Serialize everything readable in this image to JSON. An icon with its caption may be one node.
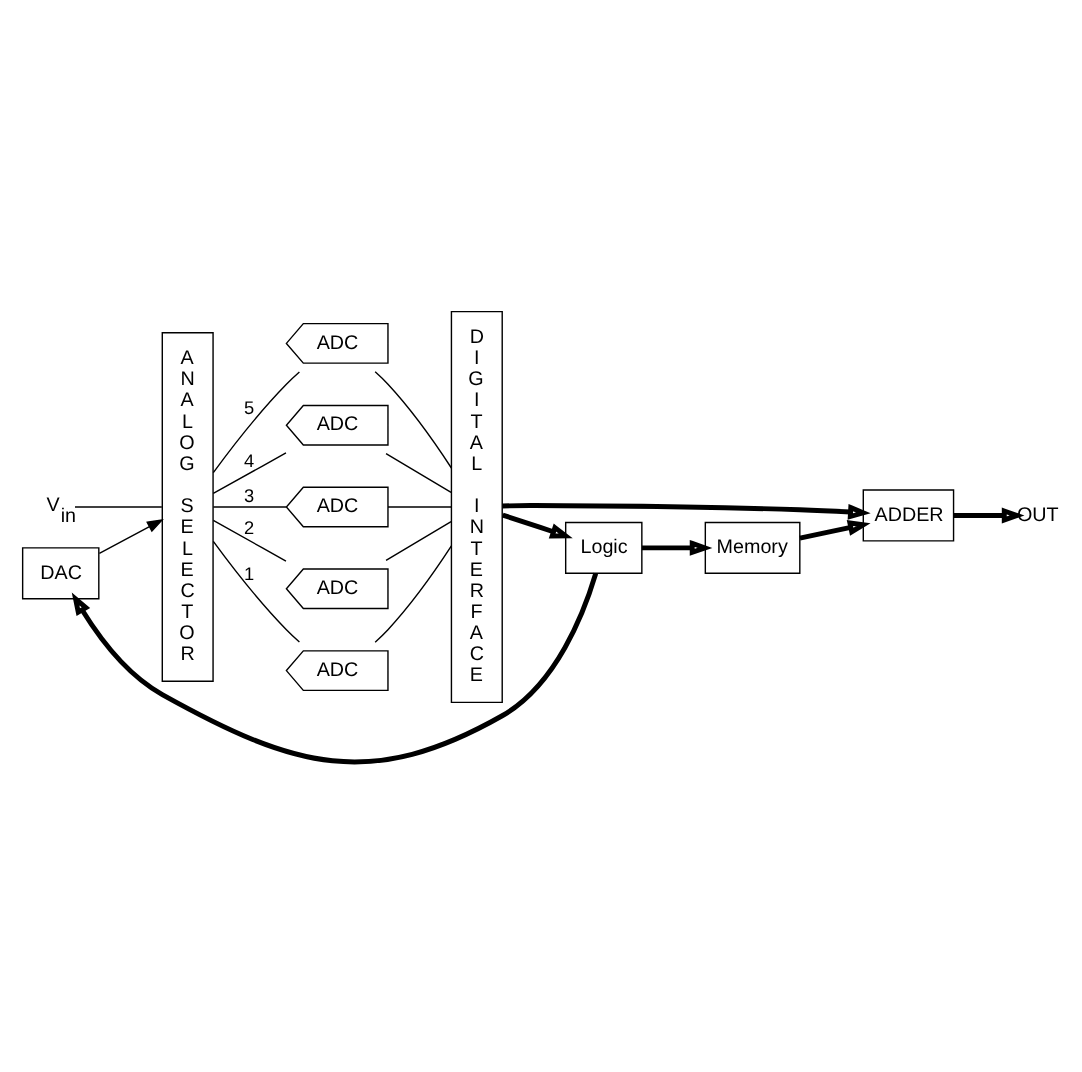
{
  "diagram": {
    "nodes": [
      {
        "text": [
          "V$_{in}$"
        ]
      },
      {
        "text": [
          "ANALOG SELECTOR"
        ]
      },
      {
        "text": [
          "ADC"
        ]
      },
      {
        "text": [
          "ADC"
        ]
      },
      {
        "text": [
          "ADC"
        ]
      },
      {
        "text": [
          "ADC"
        ]
      },
      {
        "text": [
          "ADC"
        ]
      },
      {
        "text": [
          "DIGITAL INTERFACE"
        ]
      },
      {
        "text": [
          "ADDER"
        ]
      },
      {
        "text": [
          "OUT"
        ]
      },
      {
        "text": [
          "DAC"
        ]
      },
      {
        "text": [
          "Logic"
        ]
      },
      {
        "text": [
          "Memory"
        ]
      }
    ],
    "edges": [
      {
        "from": 0,
        "to": 1,
        "arrow": "none"
      },
      {
        "from": 1,
        "to": 2,
        "arrow": "none",
        "label": "5"
      },
      {
        "from": 1,
        "to": 3,
        "arrow": "none",
        "label": "4"
      },
      {
        "from": 1,
        "to": 4,
        "arrow": "none",
        "label": "3"
      },
      {
        "from": 1,
        "to": 5,
        "arrow": "none",
        "label": "2"
      },
      {
        "from": 1,
        "to": 6,
        "arrow": "none",
        "label": "1"
      },
      {
        "from": 2,
        "to": 7,
        "arrow": "none"
      },
      {
        "from": 3,
        "to": 7,
        "arrow": "none"
      },
      {
        "from": 4,
        "to": 7,
        "arrow": "none"
      },
      {
        "from": 5,
        "to": 7,
        "arrow": "none"
      },
      {
        "from": 6,
        "to": 7,
        "arrow": "none"
      },
      {
        "from": 7,
        "to": 8,
        "arrow": "to",
        "style": "thick"
      },
      {
        "from": 8,
        "to": 9,
        "arrow": "to",
        "style": "thick"
      },
      {
        "from": 7,
        "to": 11,
        "arrow": "to",
        "style": "thick"
      },
      {
        "from": 11,
        "to": 10,
        "arrow": "to",
        "style": "thick"
      },
      {
        "from": 11,
        "to": 12,
        "arrow": "to",
        "style": "thick"
      },
      {
        "from": 12,
        "to": 8,
        "arrow": "to",
        "style": "thick"
      },
      {
        "from": 10,
        "to": 1,
        "arrow": "to"
      }
    ]
  }
}
